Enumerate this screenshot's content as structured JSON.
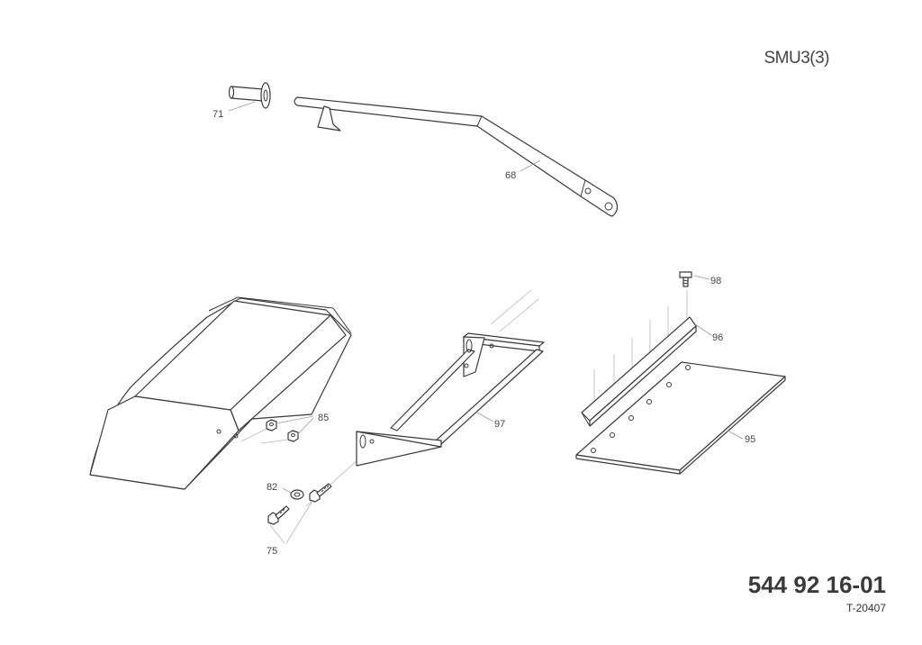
{
  "page_id": "SMU3(3)",
  "part_number": "544 92 16-01",
  "drawing_number": "T-20407",
  "callouts": {
    "c71": "71",
    "c68": "68",
    "c98": "98",
    "c96": "96",
    "c85": "85",
    "c97": "97",
    "c95": "95",
    "c82": "82",
    "c75": "75"
  }
}
